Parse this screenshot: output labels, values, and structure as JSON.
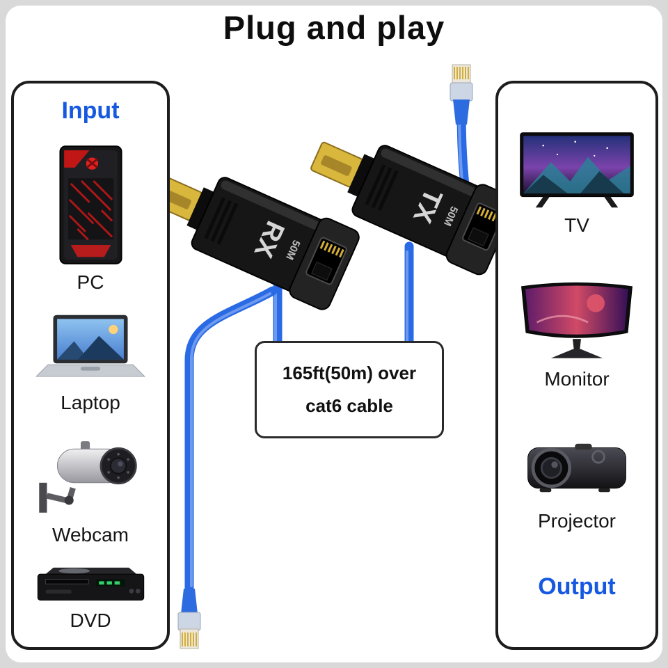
{
  "title": "Plug and play",
  "colors": {
    "accent_blue": "#1659e0",
    "cable_blue": "#2a6ae4",
    "hdmi_gold": "#d9b63c"
  },
  "input": {
    "label": "Input",
    "items": [
      {
        "label": "PC"
      },
      {
        "label": "Laptop"
      },
      {
        "label": "Webcam"
      },
      {
        "label": "DVD"
      }
    ]
  },
  "output": {
    "label": "Output",
    "items": [
      {
        "label": "TV"
      },
      {
        "label": "Monitor"
      },
      {
        "label": "Projector"
      }
    ]
  },
  "note": {
    "line1": "165ft(50m) over",
    "line2": "cat6 cable"
  },
  "devices": {
    "rx_label": "RX",
    "rx_sub": "50M",
    "tx_label": "TX",
    "tx_sub": "50M"
  }
}
